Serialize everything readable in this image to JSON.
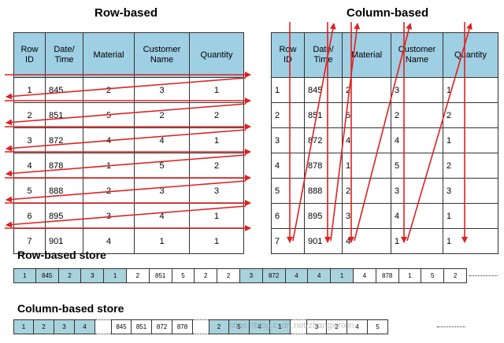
{
  "titles": {
    "row_based": "Row-based",
    "column_based": "Column-based",
    "row_store": "Row-based store",
    "column_store": "Column-based store"
  },
  "table": {
    "headers": [
      "Row\nID",
      "Date/\nTime",
      "Material",
      "Customer\nName",
      "Quantity"
    ],
    "rows": [
      [
        "1",
        "845",
        "2",
        "3",
        "1"
      ],
      [
        "2",
        "851",
        "5",
        "2",
        "2"
      ],
      [
        "3",
        "872",
        "4",
        "4",
        "1"
      ],
      [
        "4",
        "878",
        "1",
        "5",
        "2"
      ],
      [
        "5",
        "888",
        "2",
        "3",
        "3"
      ],
      [
        "6",
        "895",
        "3",
        "4",
        "1"
      ],
      [
        "7",
        "901",
        "4",
        "1",
        "1"
      ]
    ]
  },
  "row_store": {
    "groups": [
      {
        "values": [
          "1",
          "845",
          "2",
          "3",
          "1"
        ],
        "highlight": true
      },
      {
        "values": [
          "2",
          "851",
          "5",
          "2",
          "2"
        ],
        "highlight": false
      },
      {
        "values": [
          "3",
          "872",
          "4",
          "4",
          "1"
        ],
        "highlight": true
      },
      {
        "values": [
          "4",
          "878",
          "1",
          "5",
          "2"
        ],
        "highlight": false
      }
    ]
  },
  "column_store": {
    "groups": [
      {
        "values": [
          "1",
          "2",
          "3",
          "4"
        ],
        "highlight": true
      },
      {
        "values": [
          "845",
          "851",
          "872",
          "878"
        ],
        "highlight": false
      },
      {
        "values": [
          "2",
          "5",
          "4",
          "1"
        ],
        "highlight": true
      },
      {
        "values": [
          "3",
          "2",
          "4",
          "5"
        ],
        "highlight": false
      }
    ]
  },
  "colors": {
    "header_bg": "#9fcfe3",
    "highlight_cell": "#a8d3dc",
    "arrow": "#e02020"
  },
  "watermark": "https://blog.csdn.net/zhangxinxin"
}
